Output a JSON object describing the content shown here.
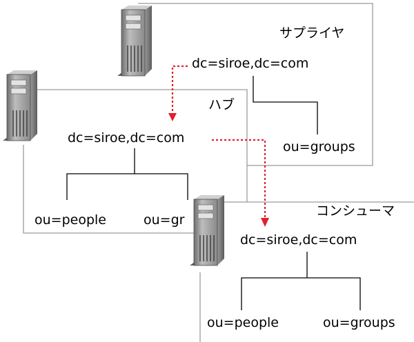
{
  "nodes": {
    "supplier": {
      "title": "サプライヤ",
      "root": "dc=siroe,dc=com",
      "branch": "ou=groups"
    },
    "hub": {
      "title": "ハブ",
      "root": "dc=siroe,dc=com",
      "branch_left": "ou=people",
      "branch_right": "ou=gr"
    },
    "consumer": {
      "title": "コンシューマ",
      "root": "dc=siroe,dc=com",
      "branch_left": "ou=people",
      "branch_right": "ou=groups"
    }
  },
  "colors": {
    "replication_arrow": "#e0202a",
    "box_border": "#9a9a9a",
    "server_body": "#8c8c8c"
  },
  "icons": [
    "server-icon-supplier",
    "server-icon-hub",
    "server-icon-consumer"
  ]
}
